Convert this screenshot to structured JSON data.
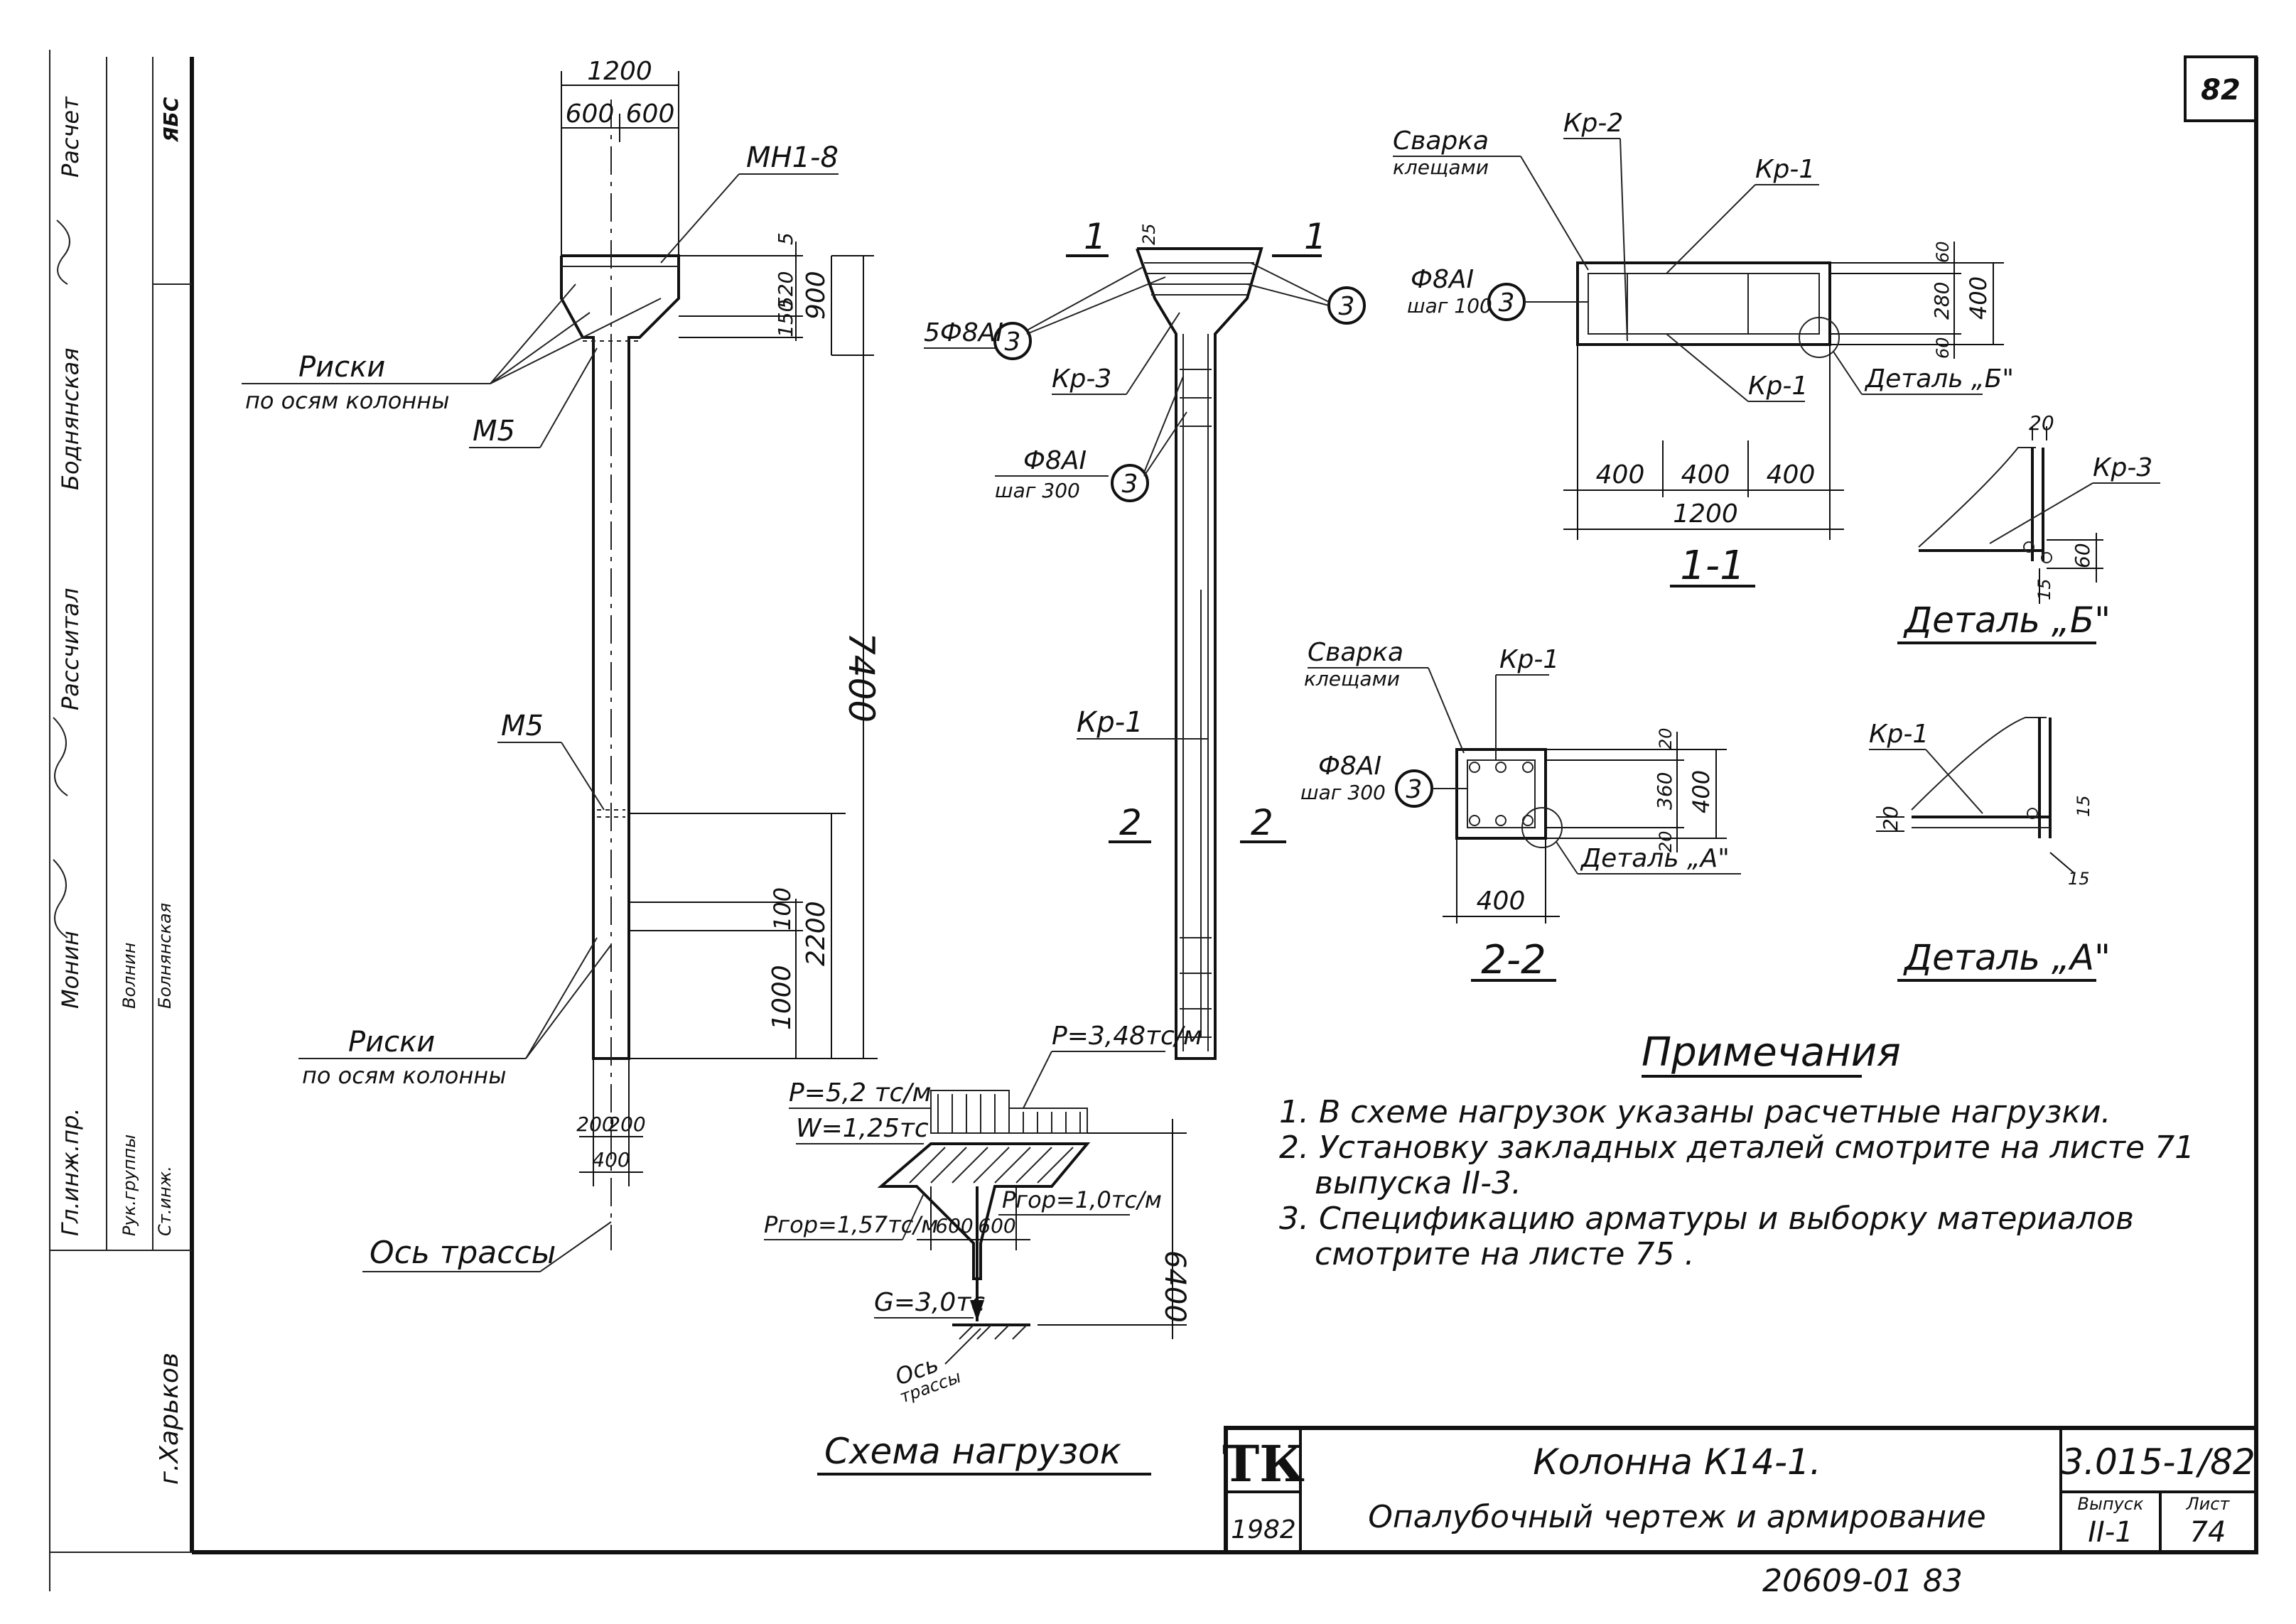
{
  "sheet_number": "82",
  "side_stamp": {
    "roles": [
      "Гл.инж.пр.",
      "Рук.группы",
      "Ст.инж.",
      "Рассчитал",
      "Расчет"
    ],
    "names": [
      "Монин",
      "Волнин",
      "Болнянская",
      "Боднянская"
    ],
    "org": "г.Харьков",
    "code": "ЯБС"
  },
  "elevation": {
    "top_width": "1200",
    "halves": [
      "600",
      "600"
    ],
    "mark_top": "МН1-8",
    "risks_label": "Риски",
    "risks_sub": "по осям колонны",
    "m5_upper": "М5",
    "m5_lower": "М5",
    "dims_head": [
      "5",
      "520",
      "150"
    ],
    "dim_900": "900",
    "dim_7400": "7400",
    "dim_100": "100",
    "dim_1000": "1000",
    "dim_2200": "2200",
    "risks_lower_label": "Риски",
    "risks_lower_sub": "по осям колонны",
    "base_halves": [
      "200",
      "200"
    ],
    "base_width": "400",
    "axis_label": "Ось трассы"
  },
  "reinforcement": {
    "section_mark": "1",
    "top_dim": "25",
    "bars_label": "5Ф8АI",
    "bars_pos": "3",
    "right_pos": "3",
    "kr3": "Кр-3",
    "stirrup_label": "Ф8АI",
    "stirrup_step": "шаг 300",
    "stirrup_pos": "3",
    "kr1": "Кр-1",
    "section2_mark": "2"
  },
  "section_1_1": {
    "weld_label": "Сварка",
    "weld_sub": "клещами",
    "kr2": "Кр-2",
    "kr1_top": "Кр-1",
    "kr1_bot": "Кр-1",
    "stirrup_label": "Ф8АI",
    "stirrup_step": "шаг 100",
    "pos": "3",
    "dims_v": [
      "60",
      "280",
      "60"
    ],
    "dim_400v": "400",
    "detail_ref": "Деталь „Б\"",
    "dims_h": [
      "400",
      "400",
      "400"
    ],
    "dim_1200": "1200",
    "title": "1-1"
  },
  "detail_b": {
    "dim_20": "20",
    "kr3": "Кр-3",
    "dim_60": "60",
    "dim_15": "15",
    "title": "Деталь „Б\""
  },
  "section_2_2": {
    "weld_label": "Сварка",
    "weld_sub": "клещами",
    "kr1": "Кр-1",
    "stirrup_label": "Ф8АI",
    "stirrup_step": "шаг 300",
    "pos": "3",
    "dims_v": [
      "20",
      "360",
      "20"
    ],
    "dim_400v": "400",
    "detail_ref": "Деталь „А\"",
    "dim_400h": "400",
    "title": "2-2"
  },
  "detail_a": {
    "kr1": "Кр-1",
    "dim_20": "20",
    "dim_15a": "15",
    "dim_15b": "15",
    "title": "Деталь „А\""
  },
  "load_scheme": {
    "p_top": "Р=3,48тс/м",
    "p_left": "Р=5,2 тс/м",
    "w": "W=1,25тс",
    "p_hor_left": "Ргор=1,57тс/м",
    "p_hor_right": "Ргор=1,0тс/м",
    "dims": [
      "600",
      "600"
    ],
    "dim_6400": "6400",
    "g": "G=3,0тс",
    "axis_label": "Ось",
    "axis_sub": "трассы",
    "title": "Схема нагрузок"
  },
  "notes": {
    "heading": "Примечания",
    "items": [
      "1. В схеме нагрузок указаны расчетные нагрузки.",
      "2. Установку закладных деталей смотрите на листе 71",
      "выпуска II-3.",
      "3. Спецификацию арматуры и выборку материалов",
      "смотрите на листе 75 ."
    ]
  },
  "title_block": {
    "logo": "ТК",
    "year": "1982",
    "name_line1": "Колонна К14-1.",
    "name_line2": "Опалубочный чертеж и армирование",
    "code": "3.015-1/82",
    "issue_label": "Выпуск",
    "issue_value": "II-1",
    "sheet_label": "Лист",
    "sheet_value": "74"
  },
  "bottom_code": "20609-01  83"
}
